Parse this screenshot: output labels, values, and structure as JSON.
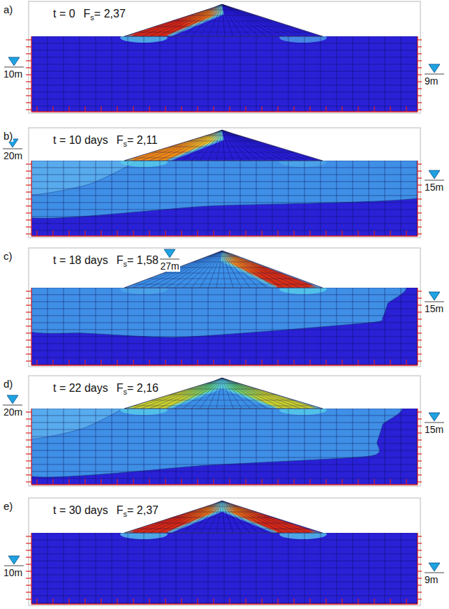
{
  "diagram": {
    "labels": [
      "a)",
      "t = 0",
      "F",
      "s",
      "= 2,37",
      "10m",
      "9m",
      "b)",
      "t = 10 days",
      "F",
      "s",
      "= 2,11",
      "20m",
      "15m",
      "c)",
      "t = 18 days",
      "F",
      "s",
      "= 1,58",
      "27m",
      "15m",
      "d)",
      "t = 22 days",
      "F",
      "s",
      "= 2,16",
      "20m",
      "15m",
      "e)",
      "t = 30 days",
      "F",
      "s",
      "= 2,37",
      "10m",
      "9m"
    ]
  }
}
